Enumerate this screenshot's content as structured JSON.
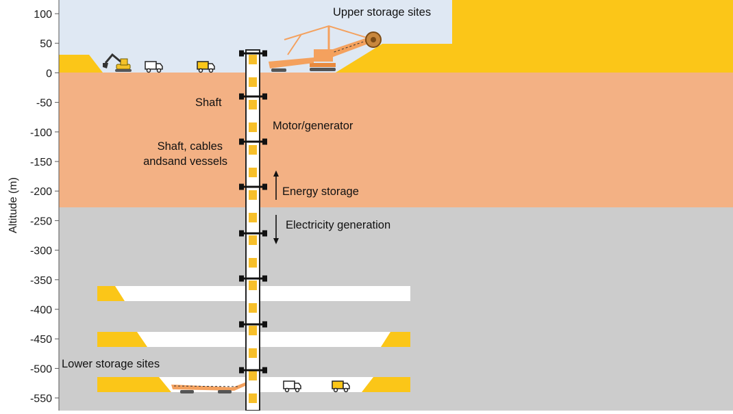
{
  "axis": {
    "label": "Altitude (m)",
    "ticks": [
      "100",
      "50",
      "0",
      "-50",
      "-100",
      "-150",
      "-200",
      "-250",
      "-300",
      "-350",
      "-400",
      "-450",
      "-500",
      "-550"
    ]
  },
  "labels": {
    "upper_sites": "Upper storage sites",
    "shaft": "Shaft",
    "motor_generator": "Motor/generator",
    "shaft_cables_1": "Shaft, cables",
    "shaft_cables_2": "andsand vessels",
    "energy_storage": "Energy storage",
    "electricity_generation": "Electricity generation",
    "lower_sites": "Lower storage sites"
  },
  "colors": {
    "sky": "#dfe8f3",
    "soil": "#f3b184",
    "rock": "#cccccc",
    "sand": "#fbc618",
    "tunnel": "#ffffff",
    "machine": "#f4a15e",
    "vessel": "#f7bf2a"
  }
}
